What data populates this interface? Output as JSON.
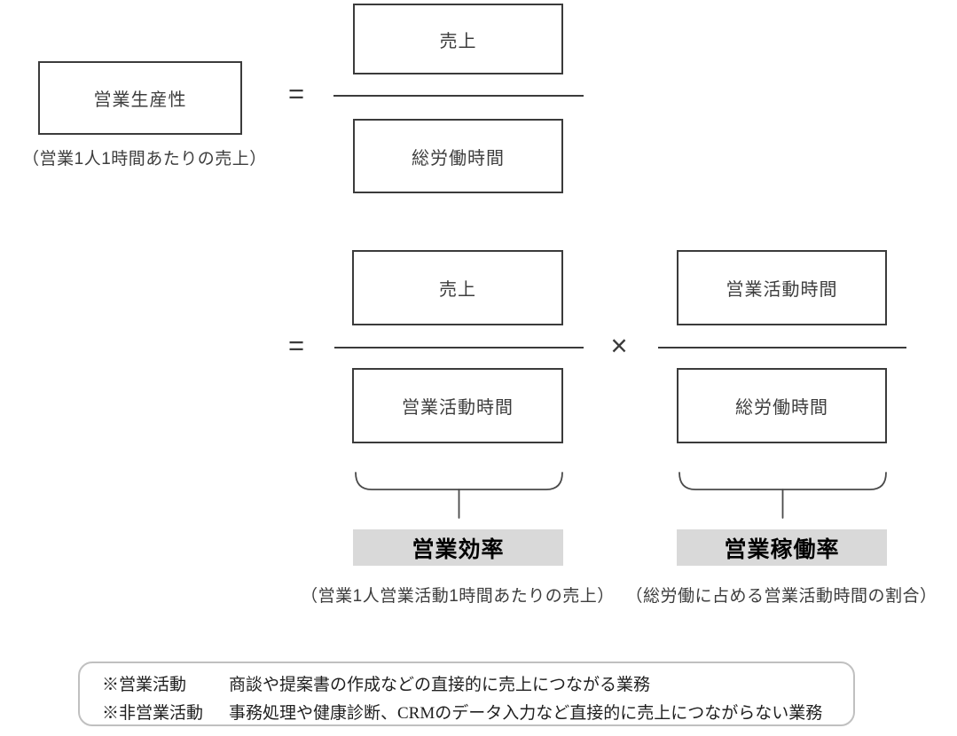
{
  "colors": {
    "box_border": "#3b3b3b",
    "label_background": "#d9d9d9",
    "note_border": "#c0c0c0",
    "text": "#3d3d3d"
  },
  "formula1": {
    "result": "営業生産性",
    "result_caption": "（営業1人1時間あたりの売上）",
    "equals": "=",
    "numerator": "売上",
    "denominator": "総労働時間"
  },
  "formula2": {
    "equals": "=",
    "multiply": "×",
    "sales_fraction": {
      "numerator": "売上",
      "denominator": "営業活動時間"
    },
    "time_fraction": {
      "numerator": "営業活動時間",
      "denominator": "総労働時間"
    },
    "efficiency": {
      "label": "営業効率",
      "caption": "（営業1人営業活動1時間あたりの売上）"
    },
    "utilization": {
      "label": "営業稼働率",
      "caption": "（総労働に占める営業活動時間の割合）"
    }
  },
  "notes": {
    "rows": [
      {
        "term": "※営業活動",
        "description": "商談や提案書の作成などの直接的に売上につながる業務"
      },
      {
        "term": "※非営業活動",
        "description": "事務処理や健康診断、CRMのデータ入力など直接的に売上につながらない業務"
      }
    ]
  }
}
